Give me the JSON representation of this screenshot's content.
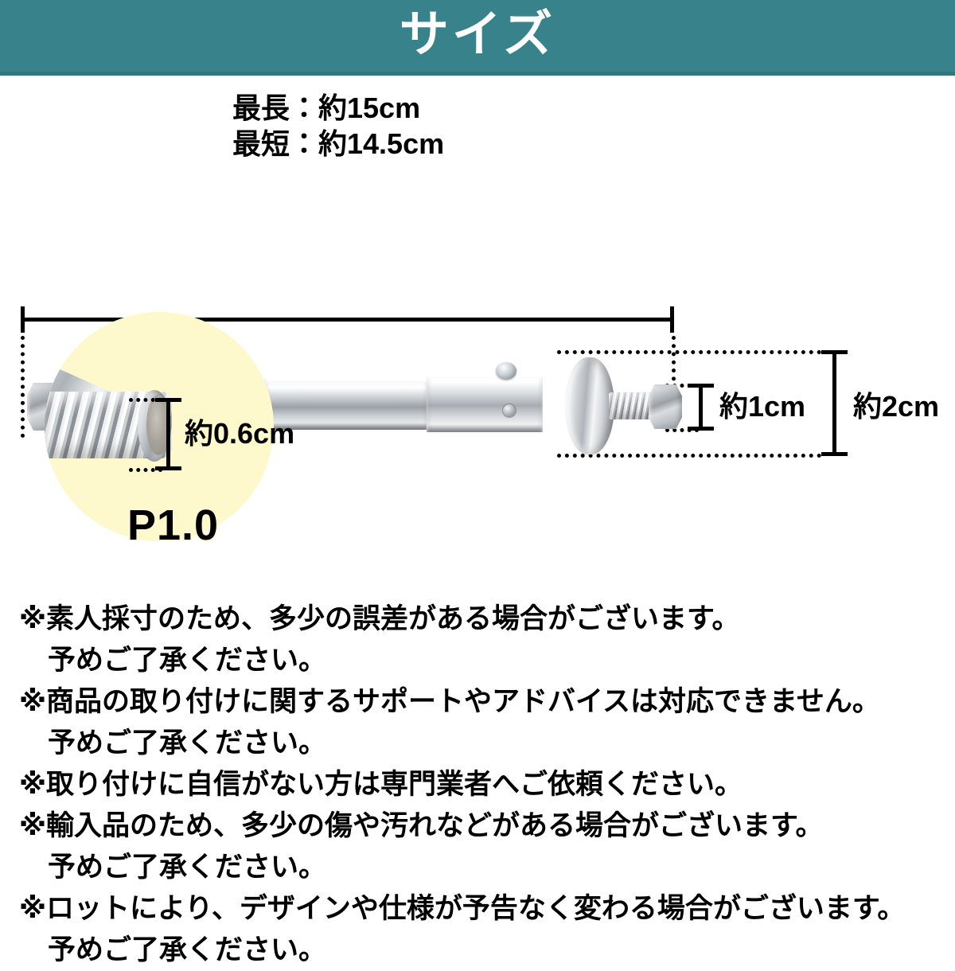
{
  "header": {
    "title": "サイズ",
    "bg_color": "#37828b",
    "text_color": "#ffffff"
  },
  "dimensions": {
    "max_length": "最長：約15cm",
    "min_length": "最短：約14.5cm",
    "nut_height": "約1cm",
    "flange_diameter": "約2cm",
    "bolt_diameter": "約0.6cm",
    "thread_pitch": "P1.0"
  },
  "product": {
    "name": "telescoping-chrome-bonnet-pin",
    "finish_color": "#b7bcc2"
  },
  "inset": {
    "bg_color": "#fdf9cd",
    "caption": "P1.0"
  },
  "notes": [
    {
      "line1": "※素人採寸のため、多少の誤差がある場合がございます。",
      "line2": "予めご了承ください。"
    },
    {
      "line1": "※商品の取り付けに関するサポートやアドバイスは対応できません。",
      "line2": "予めご了承ください。"
    },
    {
      "line1": "※取り付けに自信がない方は専門業者へご依頼ください。",
      "line2": ""
    },
    {
      "line1": "※輸入品のため、多少の傷や汚れなどがある場合がございます。",
      "line2": "予めご了承ください。"
    },
    {
      "line1": "※ロットにより、デザインや仕様が予告なく変わる場合がございます。",
      "line2": "予めご了承ください。"
    }
  ]
}
